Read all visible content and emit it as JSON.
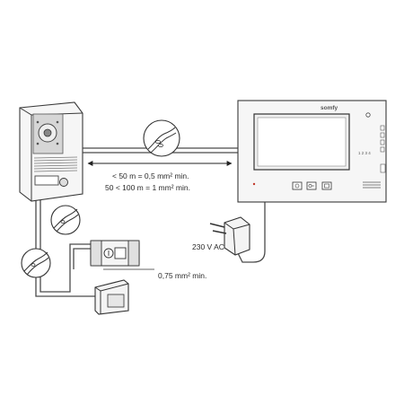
{
  "monitor": {
    "brand": "somfy",
    "side_numbers": "1 2 3 4"
  },
  "cable_specs": {
    "line1": "< 50 m = 0,5 mm² min.",
    "line2": "50 < 100 m = 1 mm² min."
  },
  "power_supply": {
    "label": "230 V AC"
  },
  "lock_cable": {
    "label": "0,75 mm² min."
  }
}
